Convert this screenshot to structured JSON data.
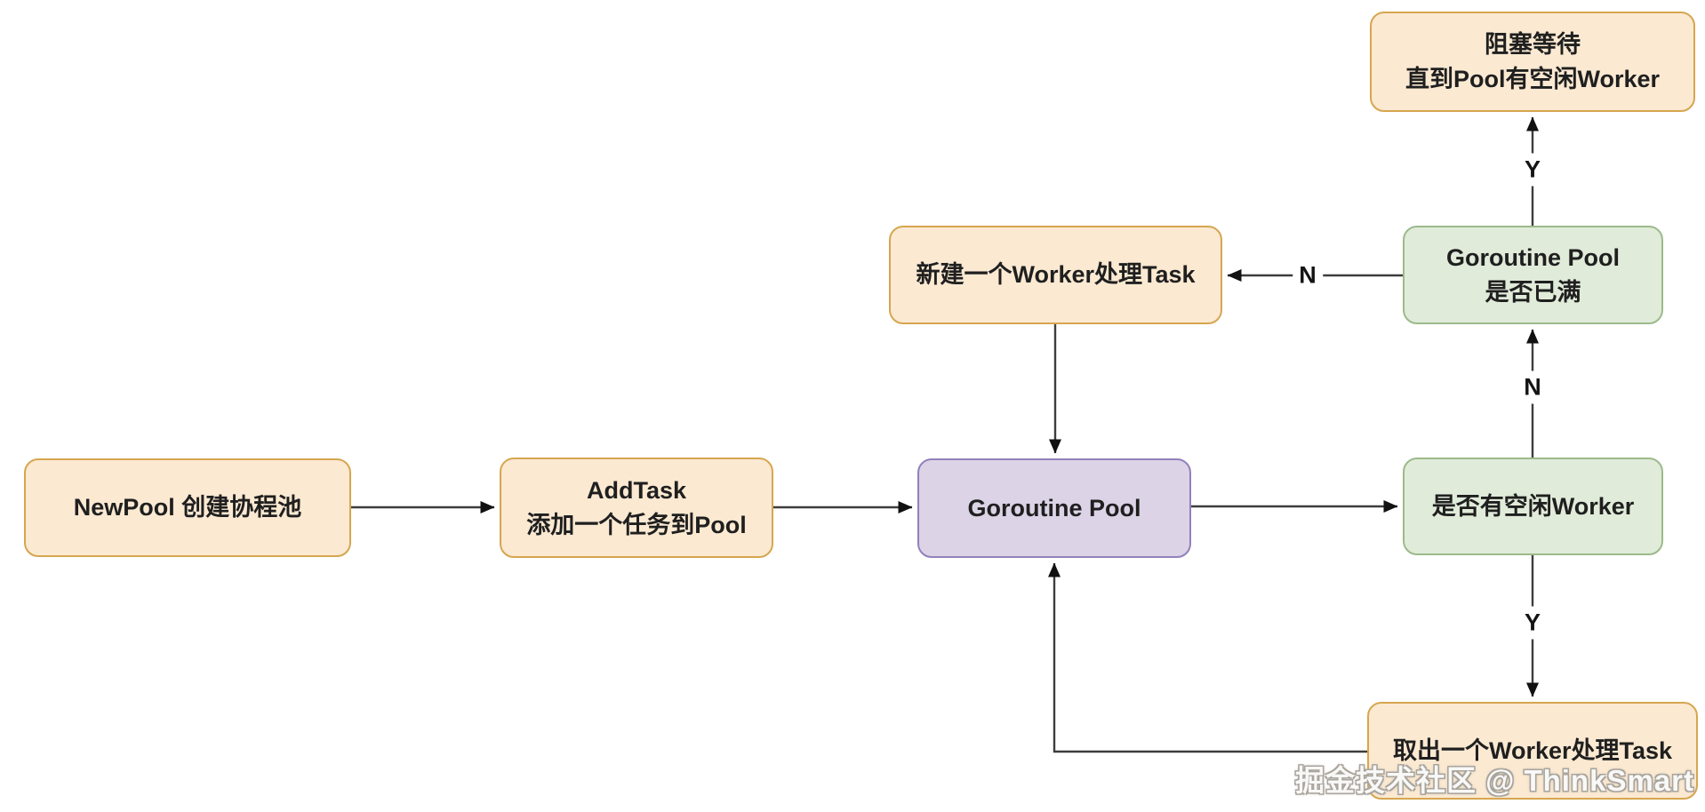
{
  "diagram": {
    "nodes": {
      "newpool": {
        "label": "NewPool 创建协程池"
      },
      "addtask": {
        "label": "AddTask\n添加一个任务到Pool"
      },
      "pool": {
        "label": "Goroutine Pool"
      },
      "idle_worker": {
        "label": "是否有空闲Worker"
      },
      "pool_full": {
        "label": "Goroutine Pool\n是否已满"
      },
      "new_worker": {
        "label": "新建一个Worker处理Task"
      },
      "block_wait": {
        "label": "阻塞等待\n直到Pool有空闲Worker"
      },
      "take_worker": {
        "label": "取出一个Worker处理Task"
      }
    },
    "edge_labels": {
      "idle_no": "N",
      "idle_yes": "Y",
      "full_no": "N",
      "full_yes": "Y"
    },
    "edges": [
      {
        "from": "newpool",
        "to": "addtask",
        "label": ""
      },
      {
        "from": "addtask",
        "to": "pool",
        "label": ""
      },
      {
        "from": "pool",
        "to": "idle_worker",
        "label": ""
      },
      {
        "from": "idle_worker",
        "to": "pool_full",
        "label": "N"
      },
      {
        "from": "idle_worker",
        "to": "take_worker",
        "label": "Y"
      },
      {
        "from": "pool_full",
        "to": "block_wait",
        "label": "Y"
      },
      {
        "from": "pool_full",
        "to": "new_worker",
        "label": "N"
      },
      {
        "from": "new_worker",
        "to": "pool",
        "label": ""
      },
      {
        "from": "take_worker",
        "to": "pool",
        "label": ""
      }
    ],
    "watermark": "掘金技术社区 @ ThinkSmart"
  },
  "colors": {
    "orange_fill": "#fbe9d2",
    "orange_border": "#d6a64f",
    "green_fill": "#e0ebd9",
    "green_border": "#9cba8b",
    "purple_fill": "#dcd3e6",
    "purple_border": "#9181bb",
    "line": "#3d3d3d",
    "arrowhead": "#111111",
    "text": "#1f1f1f"
  }
}
